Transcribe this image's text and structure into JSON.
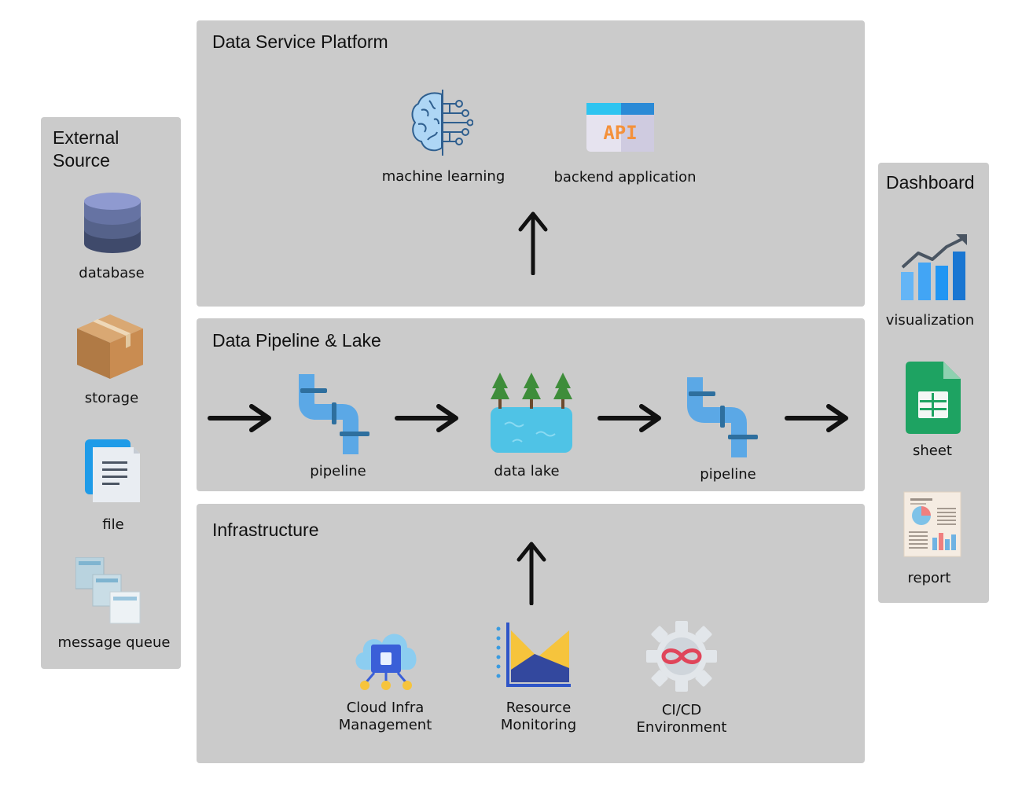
{
  "external_source": {
    "title": "External Source",
    "items": [
      {
        "label": "database",
        "icon": "database-icon"
      },
      {
        "label": "storage",
        "icon": "box-icon"
      },
      {
        "label": "file",
        "icon": "file-icon"
      },
      {
        "label": "message queue",
        "icon": "message-queue-icon"
      }
    ]
  },
  "data_service_platform": {
    "title": "Data Service Platform",
    "items": [
      {
        "label": "machine learning",
        "icon": "brain-icon"
      },
      {
        "label": "backend application",
        "icon": "api-icon",
        "icon_text": "API"
      }
    ]
  },
  "data_pipeline_lake": {
    "title": "Data Pipeline & Lake",
    "items": [
      {
        "label": "pipeline",
        "icon": "pipe-icon"
      },
      {
        "label": "data lake",
        "icon": "lake-icon"
      },
      {
        "label": "pipeline",
        "icon": "pipe-icon"
      }
    ]
  },
  "infrastructure": {
    "title": "Infrastructure",
    "items": [
      {
        "label": "Cloud Infra\nManagement",
        "icon": "cloud-chip-icon"
      },
      {
        "label": "Resource\nMonitoring",
        "icon": "monitoring-icon"
      },
      {
        "label": "CI/CD\nEnvironment",
        "icon": "gear-infinity-icon"
      }
    ]
  },
  "dashboard": {
    "title": "Dashboard",
    "items": [
      {
        "label": "visualization",
        "icon": "bar-chart-icon"
      },
      {
        "label": "sheet",
        "icon": "spreadsheet-icon"
      },
      {
        "label": "report",
        "icon": "report-icon"
      }
    ]
  },
  "colors": {
    "panel_bg": "#cbcbcb",
    "pipe_blue": "#5ba8e6",
    "arrow": "#111111"
  }
}
